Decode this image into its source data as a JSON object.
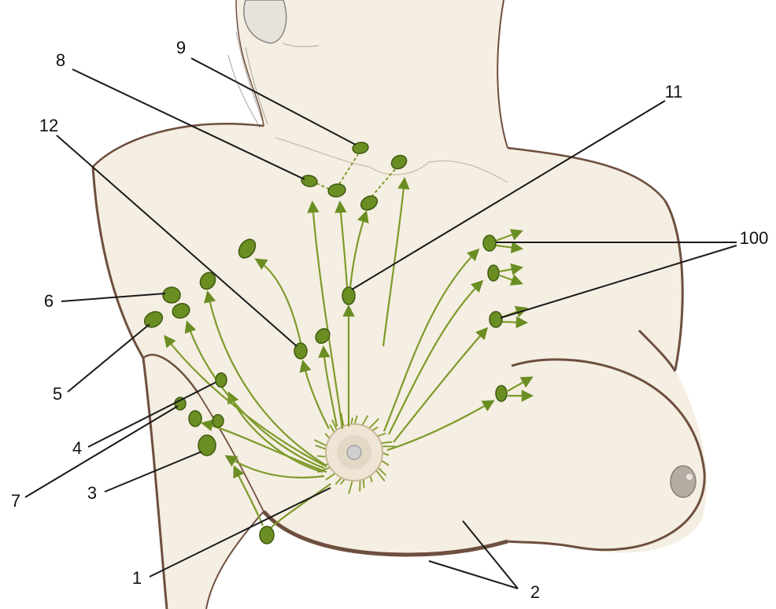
{
  "labels": {
    "1": "1",
    "2": "2",
    "3": "3",
    "4": "4",
    "5": "5",
    "6": "6",
    "7": "7",
    "8": "8",
    "9": "9",
    "11": "11",
    "12": "12",
    "100": "100"
  },
  "colors": {
    "node": "#6b8e23",
    "vessel": "#7d9b2b",
    "skin": "#f5eee2",
    "outline": "#6e4f3e",
    "leader": "#1a1a1a"
  }
}
